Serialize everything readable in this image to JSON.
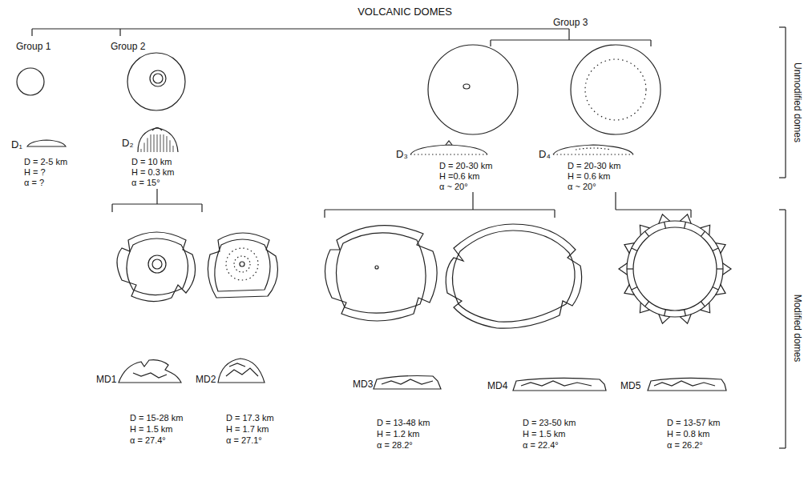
{
  "diagram": {
    "title": "VOLCANIC DOMES",
    "labels": [
      "Group 1",
      "Group 2",
      "Group 3",
      "D₁",
      "D = 2-5 km",
      "H = ?",
      "α = ?",
      "D₂",
      "D = 10 km",
      "H = 0.3 km",
      "α = 15°",
      "D₃",
      "D = 20-30 km",
      "H =0.6 km",
      "α ~ 20°",
      "D₄",
      "D = 20-30 km",
      "H = 0.6 km",
      "α ~ 20°",
      "MD1",
      "MD2",
      "MD3",
      "MD4",
      "MD5",
      "D = 15-28 km",
      "H = 1.5 km",
      "α = 27.4°",
      "D = 17.3 km",
      "H = 1.7 km",
      "α = 27.1°",
      "D = 13-48 km",
      "H = 1.2 km",
      "α = 28.2°",
      "D = 23-50 km",
      "H = 1.5 km",
      "α = 22.4°",
      "D = 13-57 km",
      "H = 0.8 km",
      "α = 26.2°",
      "Unmodified domes",
      "Modified domes"
    ]
  }
}
